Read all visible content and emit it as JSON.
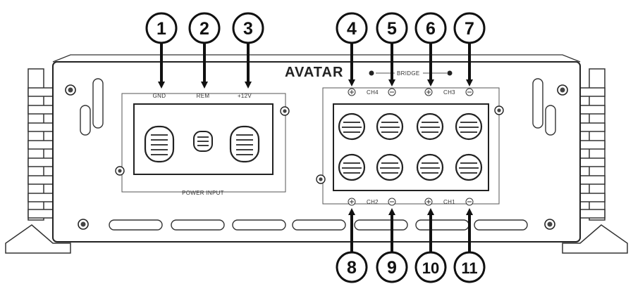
{
  "brand": "AVATAR",
  "power_panel": {
    "terminals": [
      "GND",
      "REM",
      "+12V"
    ],
    "caption": "POWER INPUT"
  },
  "speaker_panel": {
    "bridge_label": "BRIDGE",
    "top_channels": [
      "CH4",
      "CH3"
    ],
    "bottom_channels": [
      "CH2",
      "CH1"
    ]
  },
  "callouts_top": [
    "1",
    "2",
    "3",
    "4",
    "5",
    "6",
    "7"
  ],
  "callouts_bottom": [
    "8",
    "9",
    "10",
    "11"
  ]
}
